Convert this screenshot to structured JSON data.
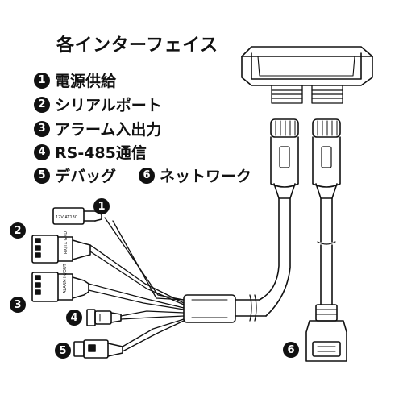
{
  "title": "各インターフェイス",
  "legend": [
    {
      "num": "1",
      "label": "電源供給"
    },
    {
      "num": "2",
      "label": "シリアルポート"
    },
    {
      "num": "3",
      "label": "アラーム入出力"
    },
    {
      "num": "4",
      "label": "RS-485通信"
    },
    {
      "num": "5",
      "label": "デバッグ"
    },
    {
      "num": "6",
      "label": "ネットワーク"
    }
  ],
  "markers": [
    "1",
    "2",
    "3",
    "4",
    "5",
    "6"
  ],
  "connector_labels": {
    "power": "12V AT130",
    "serial": "RX/TX GND",
    "alarm": "ALARM IN/OUT"
  }
}
